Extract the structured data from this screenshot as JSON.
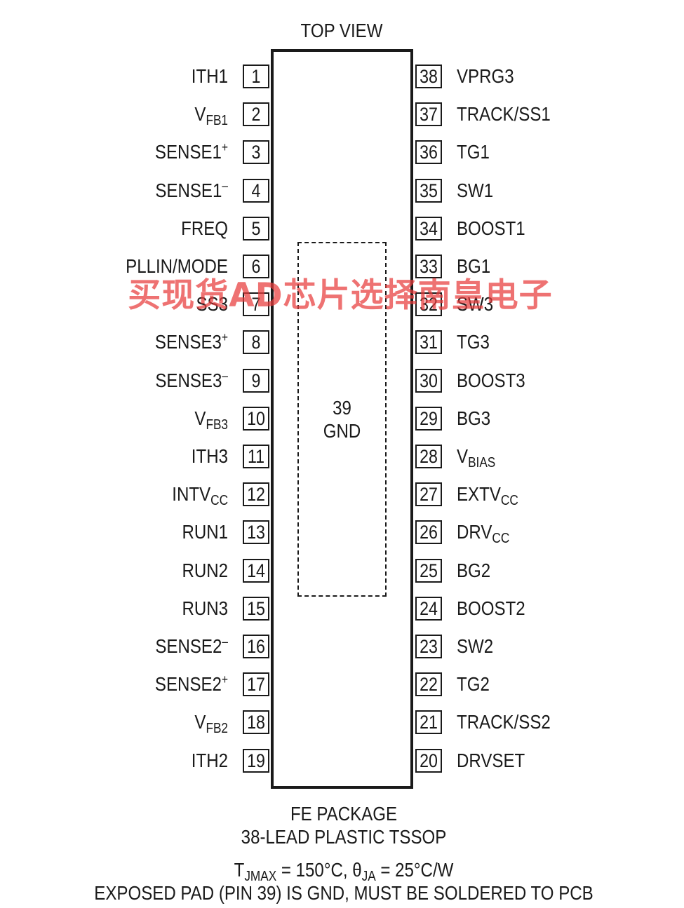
{
  "title": "TOP VIEW",
  "left_pins": [
    {
      "num": "1",
      "name": [
        {
          "t": "ITH1"
        }
      ]
    },
    {
      "num": "2",
      "name": [
        {
          "t": "V"
        },
        {
          "t": "FB1",
          "s": "sub"
        }
      ]
    },
    {
      "num": "3",
      "name": [
        {
          "t": "SENSE1"
        },
        {
          "t": "+",
          "s": "sup"
        }
      ]
    },
    {
      "num": "4",
      "name": [
        {
          "t": "SENSE1"
        },
        {
          "t": "–",
          "s": "sup"
        }
      ]
    },
    {
      "num": "5",
      "name": [
        {
          "t": "FREQ"
        }
      ]
    },
    {
      "num": "6",
      "name": [
        {
          "t": "PLLIN/MODE"
        }
      ]
    },
    {
      "num": "7",
      "name": [
        {
          "t": "SS3"
        }
      ]
    },
    {
      "num": "8",
      "name": [
        {
          "t": "SENSE3"
        },
        {
          "t": "+",
          "s": "sup"
        }
      ]
    },
    {
      "num": "9",
      "name": [
        {
          "t": "SENSE3"
        },
        {
          "t": "–",
          "s": "sup"
        }
      ]
    },
    {
      "num": "10",
      "name": [
        {
          "t": "V"
        },
        {
          "t": "FB3",
          "s": "sub"
        }
      ]
    },
    {
      "num": "11",
      "name": [
        {
          "t": "ITH3"
        }
      ]
    },
    {
      "num": "12",
      "name": [
        {
          "t": "INTV"
        },
        {
          "t": "CC",
          "s": "sub"
        }
      ]
    },
    {
      "num": "13",
      "name": [
        {
          "t": "RUN1"
        }
      ]
    },
    {
      "num": "14",
      "name": [
        {
          "t": "RUN2"
        }
      ]
    },
    {
      "num": "15",
      "name": [
        {
          "t": "RUN3"
        }
      ]
    },
    {
      "num": "16",
      "name": [
        {
          "t": "SENSE2"
        },
        {
          "t": "–",
          "s": "sup"
        }
      ]
    },
    {
      "num": "17",
      "name": [
        {
          "t": "SENSE2"
        },
        {
          "t": "+",
          "s": "sup"
        }
      ]
    },
    {
      "num": "18",
      "name": [
        {
          "t": "V"
        },
        {
          "t": "FB2",
          "s": "sub"
        }
      ]
    },
    {
      "num": "19",
      "name": [
        {
          "t": "ITH2"
        }
      ]
    }
  ],
  "right_pins": [
    {
      "num": "38",
      "name": [
        {
          "t": "VPRG3"
        }
      ]
    },
    {
      "num": "37",
      "name": [
        {
          "t": "TRACK/SS1"
        }
      ]
    },
    {
      "num": "36",
      "name": [
        {
          "t": "TG1"
        }
      ]
    },
    {
      "num": "35",
      "name": [
        {
          "t": "SW1"
        }
      ]
    },
    {
      "num": "34",
      "name": [
        {
          "t": "BOOST1"
        }
      ]
    },
    {
      "num": "33",
      "name": [
        {
          "t": "BG1"
        }
      ]
    },
    {
      "num": "32",
      "name": [
        {
          "t": "SW3"
        }
      ]
    },
    {
      "num": "31",
      "name": [
        {
          "t": "TG3"
        }
      ]
    },
    {
      "num": "30",
      "name": [
        {
          "t": "BOOST3"
        }
      ]
    },
    {
      "num": "29",
      "name": [
        {
          "t": "BG3"
        }
      ]
    },
    {
      "num": "28",
      "name": [
        {
          "t": "V"
        },
        {
          "t": "BIAS",
          "s": "sub"
        }
      ]
    },
    {
      "num": "27",
      "name": [
        {
          "t": "EXTV"
        },
        {
          "t": "CC",
          "s": "sub"
        }
      ]
    },
    {
      "num": "26",
      "name": [
        {
          "t": "DRV"
        },
        {
          "t": "CC",
          "s": "sub"
        }
      ]
    },
    {
      "num": "25",
      "name": [
        {
          "t": "BG2"
        }
      ]
    },
    {
      "num": "24",
      "name": [
        {
          "t": "BOOST2"
        }
      ]
    },
    {
      "num": "23",
      "name": [
        {
          "t": "SW2"
        }
      ]
    },
    {
      "num": "22",
      "name": [
        {
          "t": "TG2"
        }
      ]
    },
    {
      "num": "21",
      "name": [
        {
          "t": "TRACK/SS2"
        }
      ]
    },
    {
      "num": "20",
      "name": [
        {
          "t": "DRVSET"
        }
      ]
    }
  ],
  "exposed_pad": {
    "number": "39",
    "name": "GND"
  },
  "package": {
    "line1": "FE PACKAGE",
    "line2": "38-LEAD PLASTIC TSSOP"
  },
  "thermal": [
    {
      "t": "T"
    },
    {
      "t": "JMAX",
      "s": "sub"
    },
    {
      "t": " = 150°C, θ"
    },
    {
      "t": "JA",
      "s": "sub"
    },
    {
      "t": " = 25°C/W"
    }
  ],
  "note": "EXPOSED PAD (PIN 39) IS GND, MUST BE SOLDERED TO PCB",
  "watermark": "买现货AD芯片选择南皇电子",
  "colors": {
    "ink": "#1a1a1a",
    "watermark": "#e83c3c"
  }
}
